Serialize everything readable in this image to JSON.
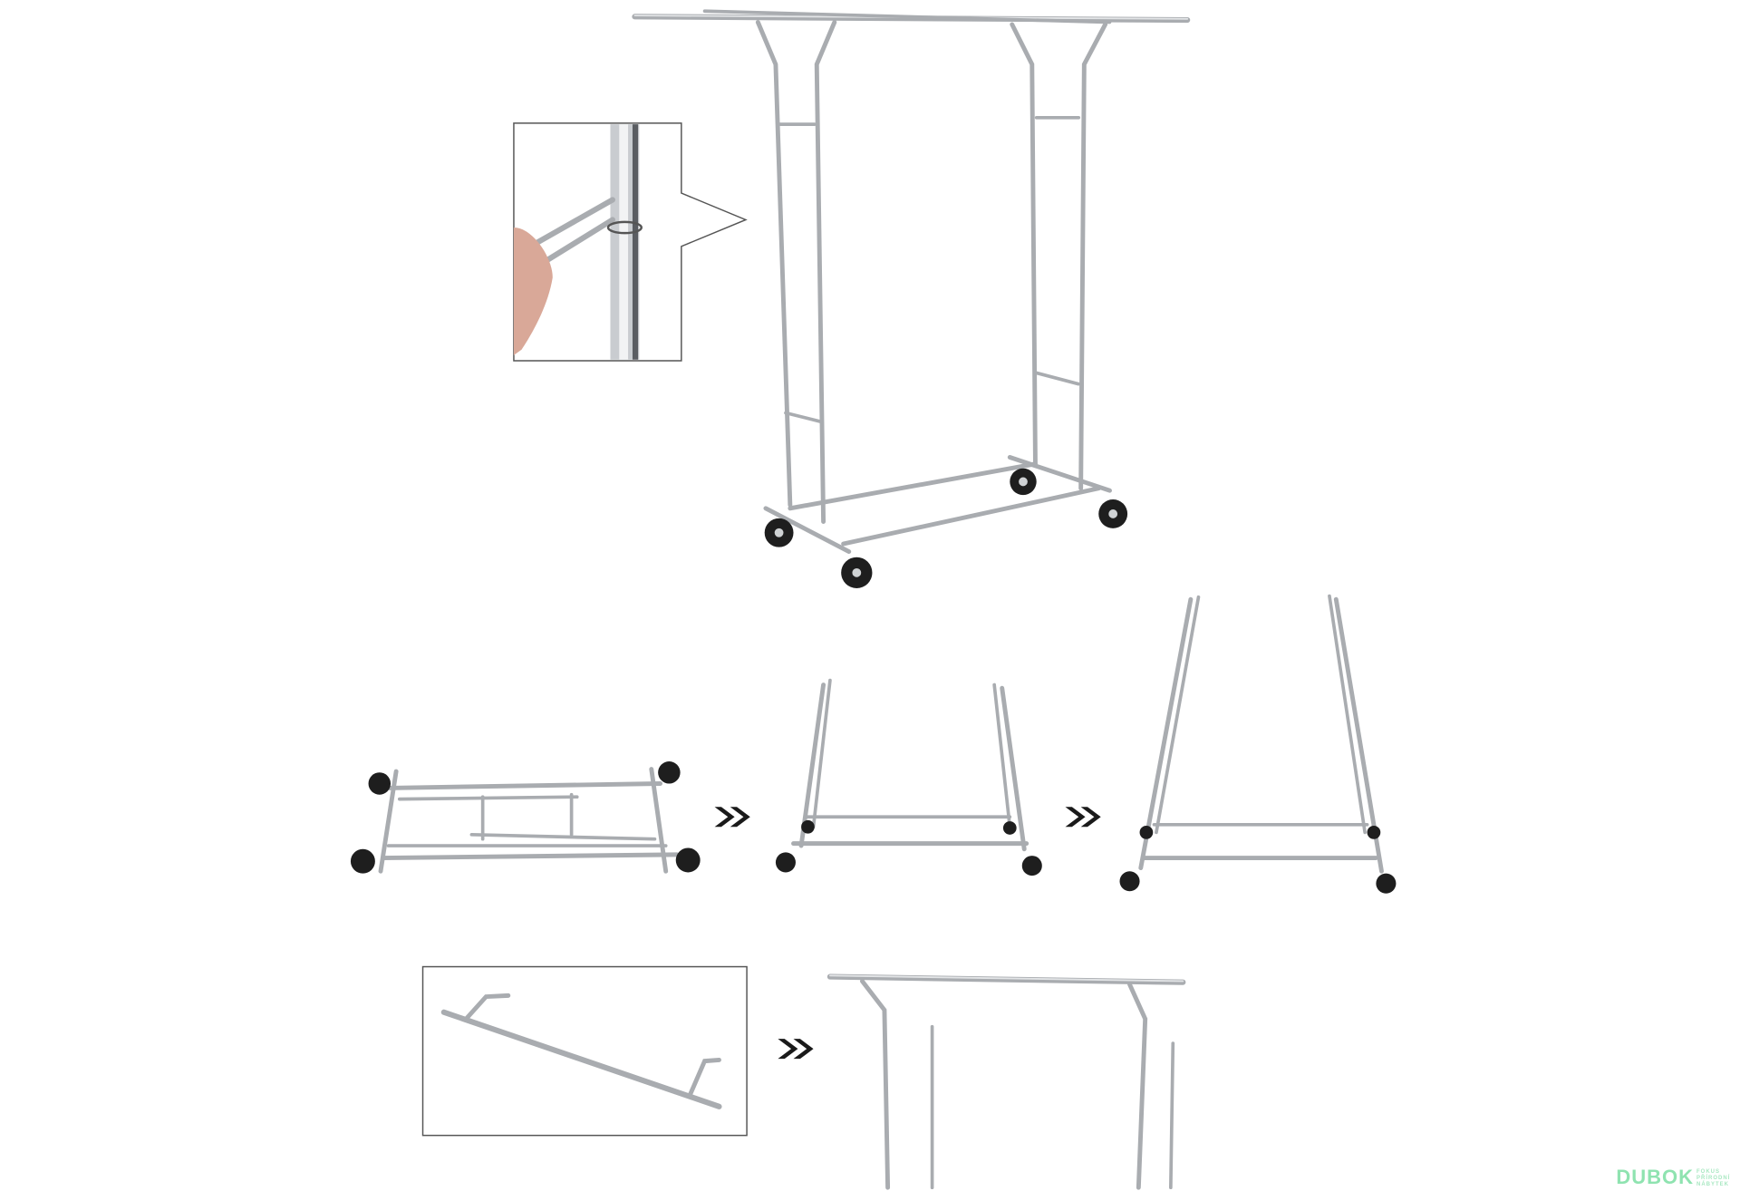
{
  "watermark": {
    "brand": "DUBOK",
    "tagline": "FOKUS PŘÍRODNÍ NÁBYTEK"
  },
  "images": {
    "main": "assembled-clothes-rack",
    "detail": "height-adjustment-pin-detail",
    "step_1": "folded-rack",
    "step_2": "partly-unfolded-rack",
    "step_3": "unfolded-rack",
    "step_4_part": "top-rail-part",
    "step_4_result": "rail-attached-to-uprights"
  },
  "colors": {
    "chrome": "#a9acb0",
    "wheel": "#1e1e1e",
    "arrow": "#1a1a1a"
  }
}
